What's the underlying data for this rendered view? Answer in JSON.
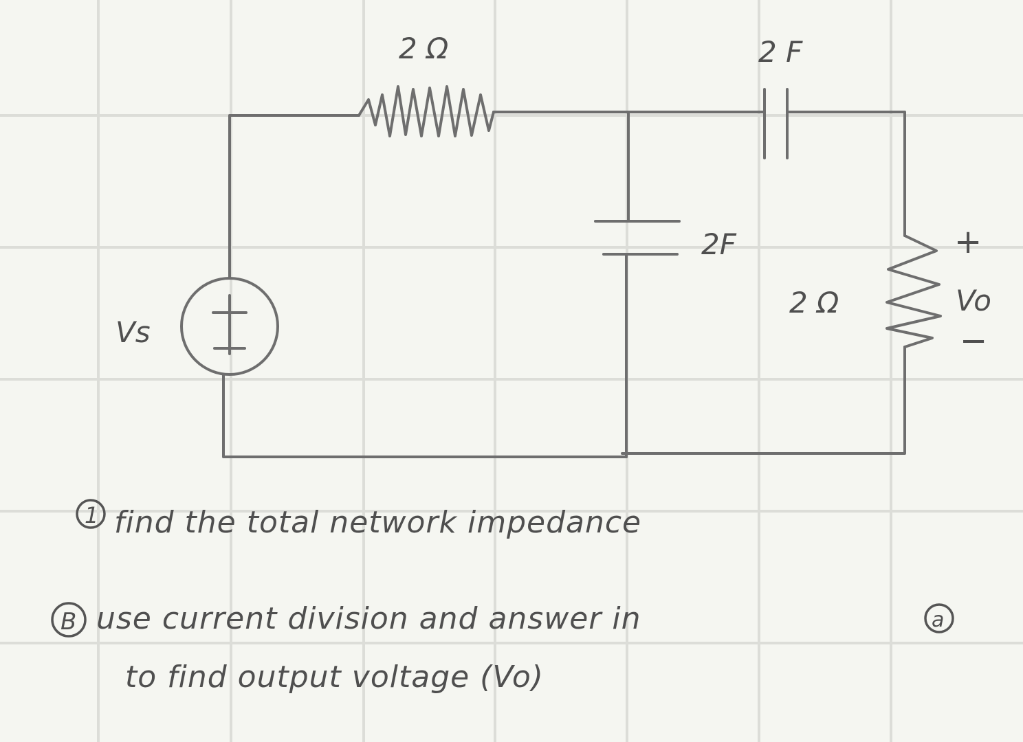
{
  "components": {
    "r1": {
      "label": "2 Ω"
    },
    "c_series": {
      "label": "2 F"
    },
    "c_shunt": {
      "label": "2F"
    },
    "r2": {
      "label": "2 Ω"
    },
    "source": {
      "label": "Vs",
      "plus": "+",
      "minus": "−"
    },
    "output": {
      "plus": "+",
      "label": "Vo",
      "minus": "−"
    }
  },
  "questions": [
    {
      "marker": "1",
      "text": "find the total network impedance"
    },
    {
      "marker": "B",
      "text": "use current division and answer in",
      "ref": "a"
    },
    {
      "marker": "",
      "text": "to find output voltage (Vo)"
    }
  ]
}
